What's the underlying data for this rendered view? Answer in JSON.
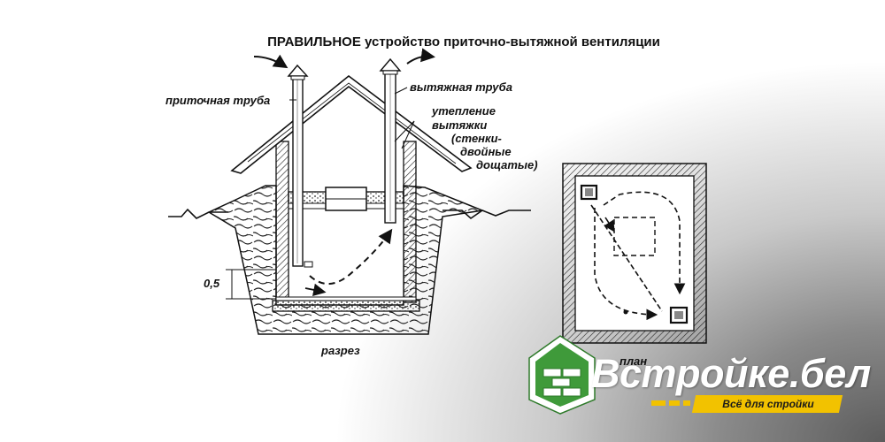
{
  "title": "ПРАВИЛЬНОЕ устройство приточно-вытяжной вентиляции",
  "labels": {
    "supply_pipe": "приточная труба",
    "exhaust_pipe": "вытяжная труба",
    "insulation_line1": "утепление",
    "insulation_line2": "вытяжки",
    "insulation_line3": "(стенки-",
    "insulation_line4": "двойные",
    "insulation_line5": "дощатые)",
    "dimension": "0,5",
    "section": "разрез",
    "plan": "план"
  },
  "brand": {
    "name": "Встройке.бел",
    "tagline": "Всё для стройки",
    "colors": {
      "green": "#3f9a3a",
      "yellow": "#f2c200",
      "white": "#ffffff"
    },
    "logo_icon": "brick-house-icon"
  }
}
